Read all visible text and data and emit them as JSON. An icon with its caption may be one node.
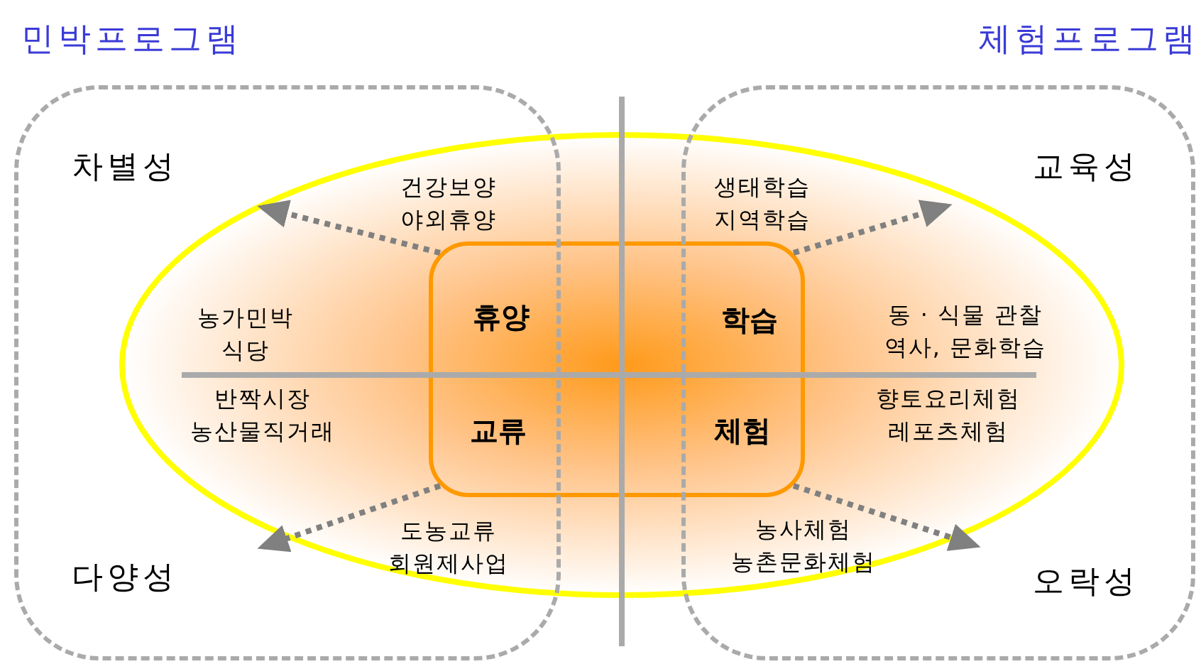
{
  "diagram": {
    "nodes": [
      {
        "text": [
          "민박프로그램"
        ]
      },
      {
        "text": [
          "체험프로그램"
        ]
      },
      {
        "text": [],
        "shape": "ellipse"
      },
      {
        "text": [
          "휴양",
          "학습",
          "교류",
          "체험"
        ],
        "in": 2
      }
    ],
    "edges": [
      {
        "from": 3,
        "to": 0,
        "arrow": "to",
        "style": "dashed"
      },
      {
        "from": 3,
        "to": 1,
        "arrow": "to",
        "style": "dashed"
      },
      {
        "from": 3,
        "to": 0,
        "arrow": "to",
        "style": "dashed"
      },
      {
        "from": 3,
        "to": 1,
        "arrow": "to",
        "style": "dashed"
      }
    ],
    "labels": [
      "차별성",
      "건강보양 야외휴양",
      "생태학습 지역학습",
      "교육성",
      "농가민박 식당",
      "동 · 식물 관찰 역사, 문화학습",
      "반짝시장 농산물직거래",
      "향토요리체험 레포츠체험",
      "도농교류 회원제사업",
      "농사체험 농촌문화체험",
      "다양성",
      "오락성"
    ]
  }
}
